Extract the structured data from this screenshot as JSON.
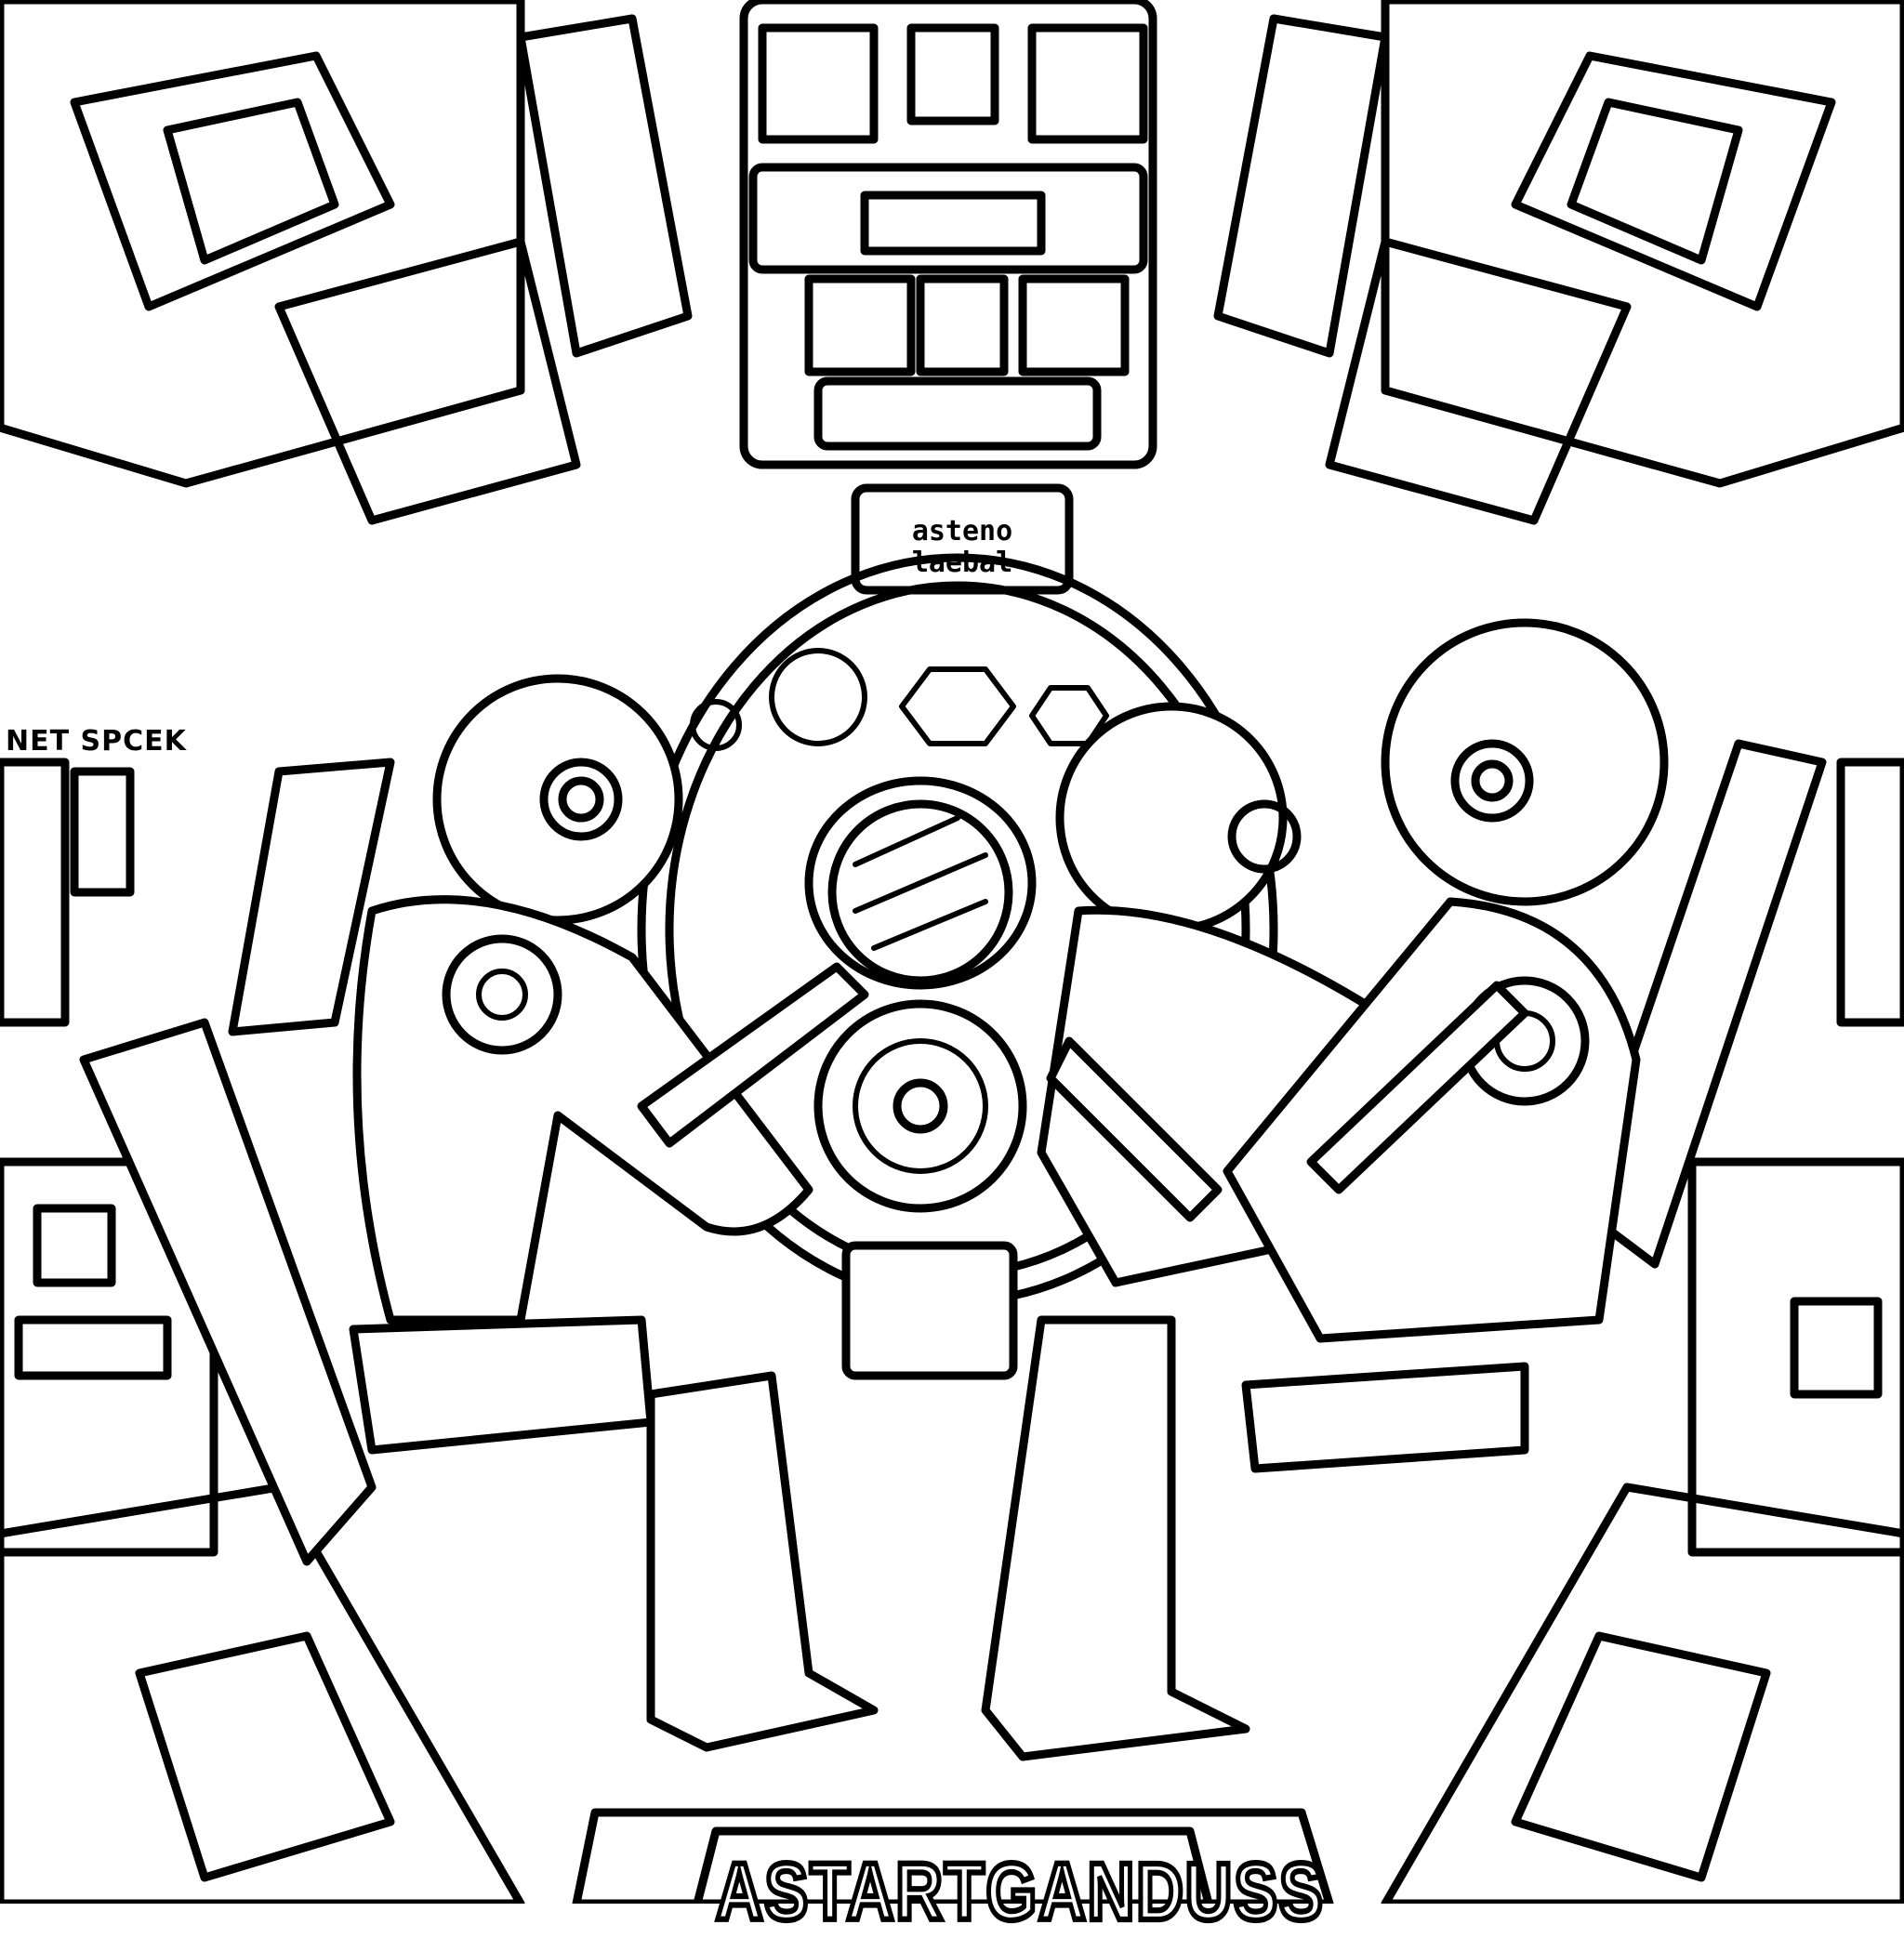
{
  "illustration": {
    "subject": "Astronauts seated in a spacecraft cockpit (coloring page line art)",
    "style": "black outline on white",
    "colors": {
      "line": "#000000",
      "background": "#ffffff"
    }
  },
  "labels": {
    "left_wall_sign": "NET SPCEK",
    "top_panel_line1": "asteno",
    "top_panel_line2": "laebal",
    "bottom_console_sign": "ASTARTGANDUSS"
  },
  "figures": [
    {
      "id": "astronaut-left-front",
      "holding": "tool"
    },
    {
      "id": "astronaut-center",
      "holding": "console"
    },
    {
      "id": "astronaut-right-mid",
      "holding": "tool"
    },
    {
      "id": "astronaut-right-front",
      "holding": "tool"
    }
  ]
}
